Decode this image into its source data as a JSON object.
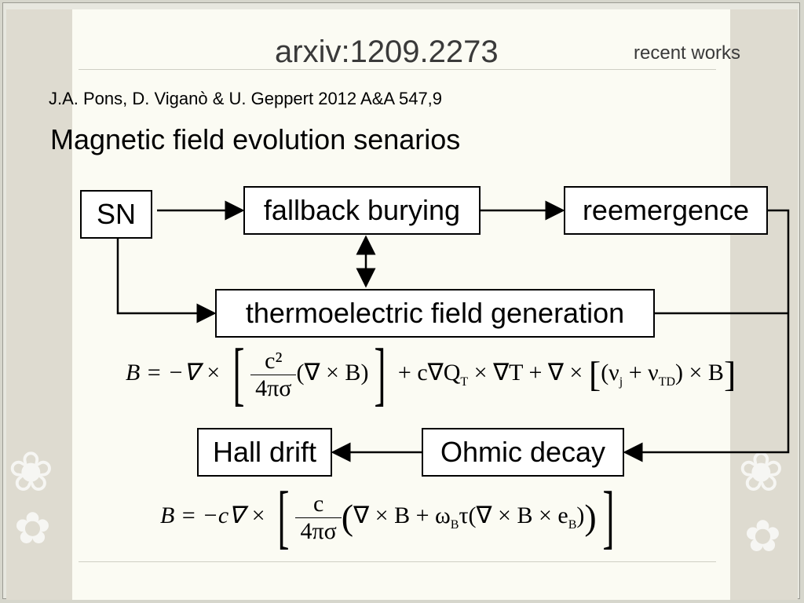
{
  "title": "arxiv:1209.2273",
  "tag": "recent works",
  "reference": "J.A. Pons, D. Viganò & U. Geppert 2012 A&A 547,9",
  "heading": "Magnetic field evolution senarios",
  "nodes": {
    "sn": "SN",
    "fallback": "fallback burying",
    "reemergence": "reemergence",
    "thermo": "thermoelectric field generation",
    "hall": "Hall drift",
    "ohmic": "Ohmic decay"
  },
  "eq1": {
    "lhs": "B = −∇ ×",
    "num": "c²",
    "den": "4πσ",
    "mid": "(∇ × B)",
    "rest": "+ c∇Q",
    "sub_t": "T",
    "rest2": "× ∇T + ∇ ×",
    "tail": "(ν",
    "sub_j": "j",
    "plus": " + ν",
    "sub_td": "TD",
    "end": ") × B"
  },
  "eq2": {
    "lhs": "B = −c∇ ×",
    "num": "c",
    "den": "4πσ",
    "body": "∇ × B + ω",
    "sub_b": "B",
    "body2": "τ(∇ × B × e",
    "sub_b2": "B",
    "end": ")"
  },
  "icons": [
    "arrow-right-icon",
    "double-arrow-icon",
    "arrow-left-icon"
  ]
}
